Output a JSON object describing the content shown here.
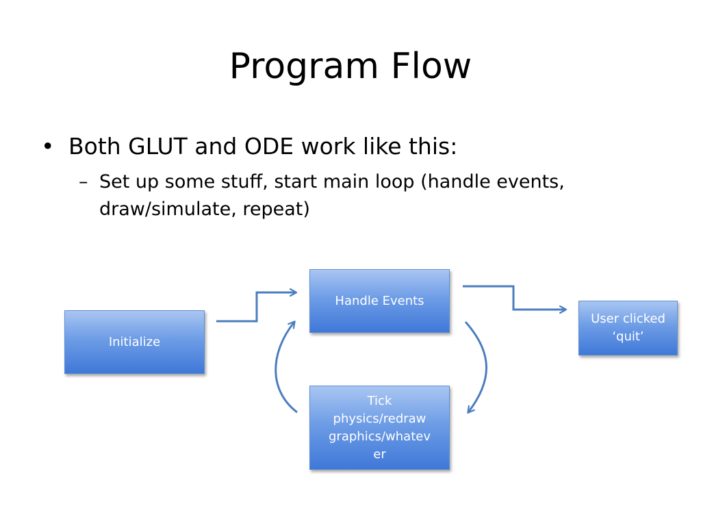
{
  "slide": {
    "title": "Program Flow",
    "bullet_marker": "•",
    "bullet_1": "Both GLUT and ODE work like this:",
    "sub_marker": "–",
    "sub_bullet_1": "Set up some stuff, start main loop (handle events, draw/simulate, repeat)"
  },
  "diagram": {
    "nodes": {
      "initialize": "Initialize",
      "handle_events": "Handle Events",
      "tick": [
        "Tick",
        "physics/redraw",
        "graphics/whatev",
        "er"
      ],
      "quit": [
        "User clicked",
        "‘quit’"
      ]
    },
    "colors": {
      "box_top": "#a9c6f2",
      "box_bottom": "#3f78d8",
      "arrow": "#4a7dbf"
    }
  }
}
